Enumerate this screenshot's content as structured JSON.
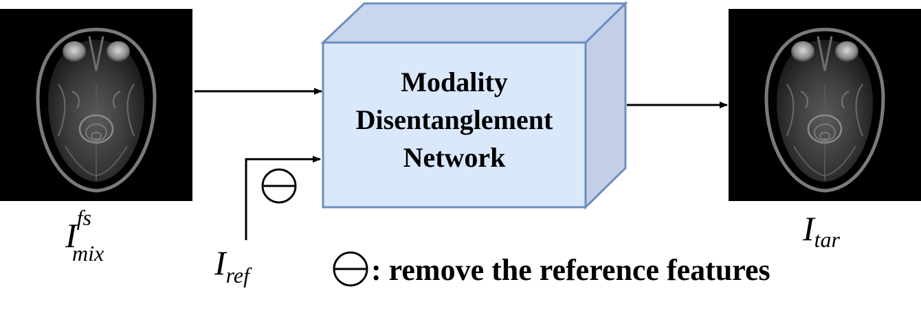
{
  "box": {
    "line1": "Modality",
    "line2": "Disentanglement",
    "line3": "Network"
  },
  "input_mixed": {
    "symbol": "I",
    "superscript": "fs",
    "subscript": "mix"
  },
  "input_reference": {
    "symbol": "I",
    "subscript": "ref"
  },
  "output_target": {
    "symbol": "I",
    "subscript": "tar"
  },
  "legend": {
    "text": ": remove the reference features"
  },
  "colors": {
    "box_front": "#dae8fc",
    "box_side": "#c5d2ea",
    "box_stroke": "#6c8ebf",
    "mri_background": "#000000"
  },
  "icons": {
    "subtract": "circle-minus-icon",
    "mri_input": "brain-mri-image",
    "mri_output": "brain-mri-image"
  }
}
